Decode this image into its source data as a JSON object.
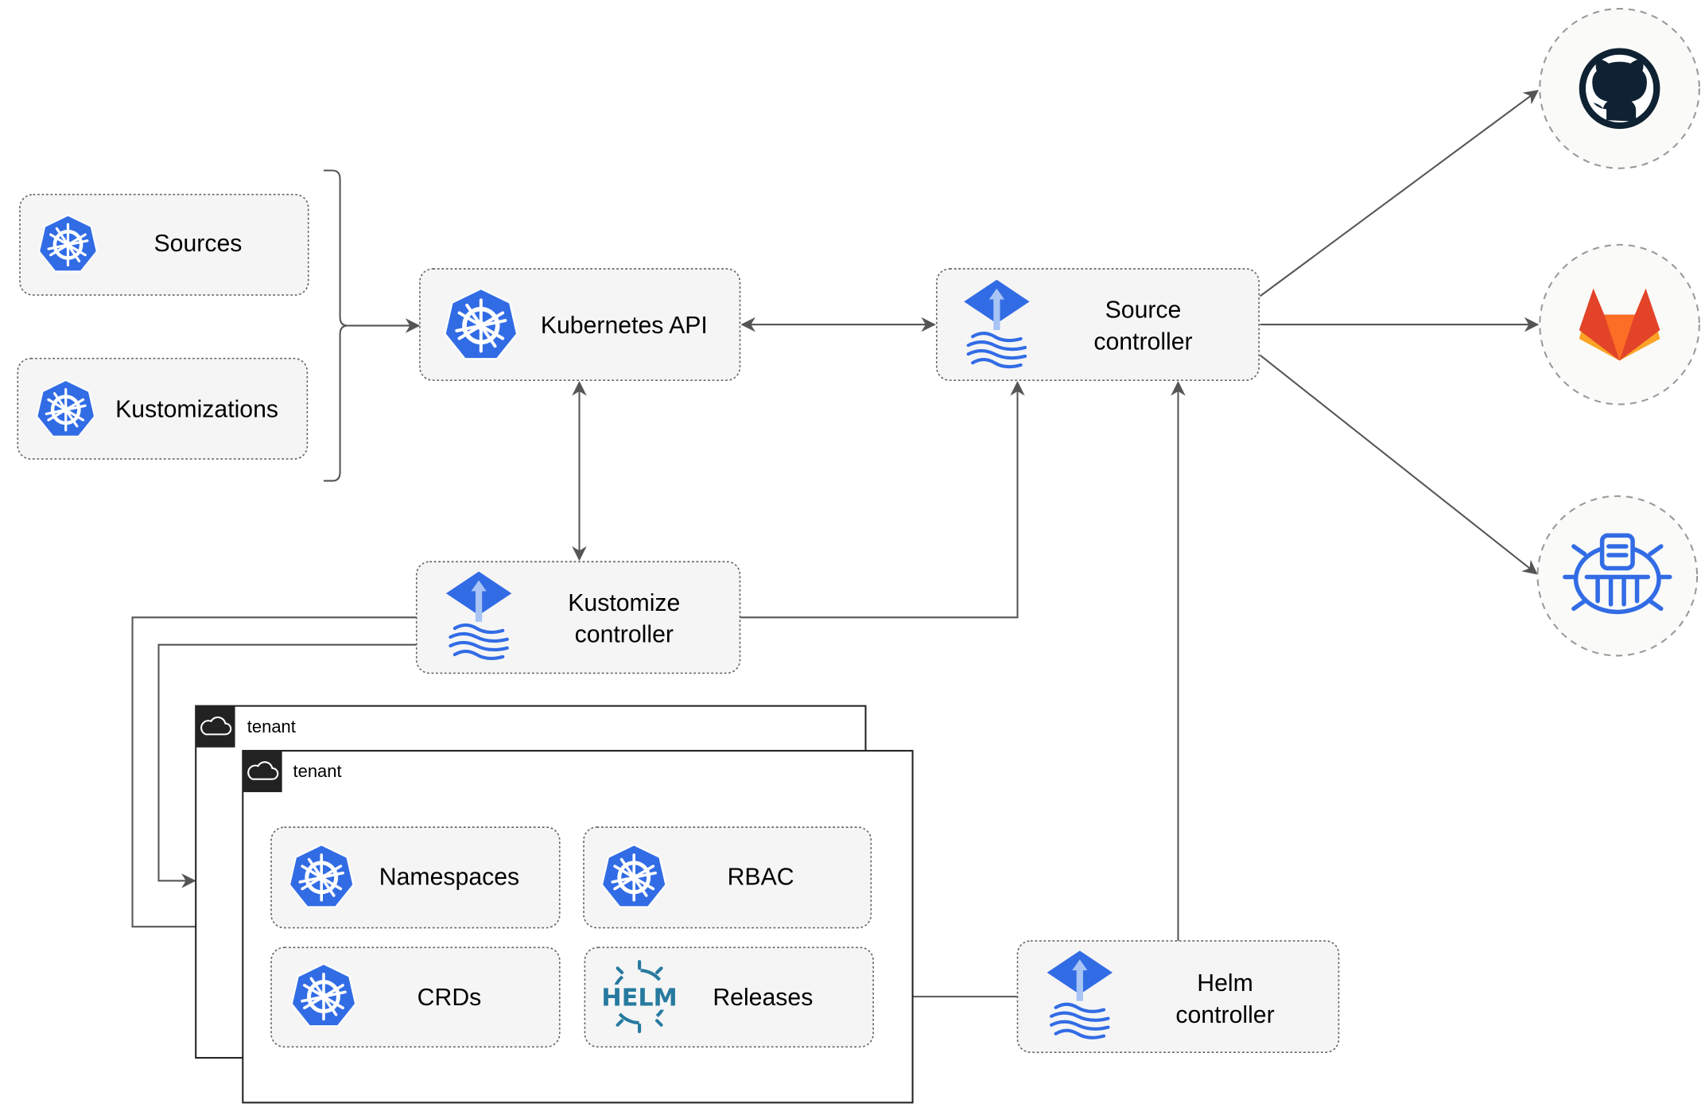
{
  "nodes": {
    "sources": {
      "label": "Sources",
      "icon": "kubernetes-icon"
    },
    "kustomizations": {
      "label": "Kustomizations",
      "icon": "kubernetes-icon"
    },
    "kubernetes_api": {
      "label": "Kubernetes API",
      "icon": "kubernetes-icon"
    },
    "source_controller": {
      "line1": "Source",
      "line2": "controller",
      "icon": "flux-icon"
    },
    "kustomize_controller": {
      "line1": "Kustomize",
      "line2": "controller",
      "icon": "flux-icon"
    },
    "helm_controller": {
      "line1": "Helm",
      "line2": "controller",
      "icon": "flux-icon"
    },
    "namespaces": {
      "label": "Namespaces",
      "icon": "kubernetes-icon"
    },
    "rbac": {
      "label": "RBAC",
      "icon": "kubernetes-icon"
    },
    "crds": {
      "label": "CRDs",
      "icon": "kubernetes-icon"
    },
    "releases": {
      "label": "Releases",
      "icon": "helm-icon",
      "logo_text": "HELM"
    }
  },
  "tenants": [
    {
      "label": "tenant",
      "icon": "cloud-icon"
    },
    {
      "label": "tenant",
      "icon": "cloud-icon"
    }
  ],
  "external": [
    {
      "icon": "github-icon"
    },
    {
      "icon": "gitlab-icon"
    },
    {
      "icon": "helm-repository-icon"
    }
  ],
  "colors": {
    "kubernetes_blue": "#326ce5",
    "helm_blue": "#277a9f",
    "github_dark": "#0f2233",
    "gitlab_orange": "#e24329",
    "gitlab_light": "#fca326",
    "box_fill": "#f5f5f5",
    "edge": "#555555"
  }
}
